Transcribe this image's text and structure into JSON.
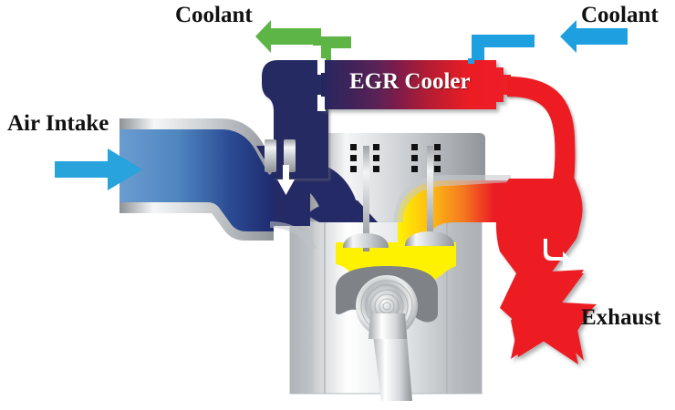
{
  "diagram": {
    "title": "EGR (Exhaust Gas Recirculation) System Schematic",
    "labels": {
      "coolant_out": "Coolant",
      "coolant_in": "Coolant",
      "air_intake": "Air Intake",
      "exhaust": "Exhaust",
      "egr_cooler": "EGR Cooler"
    },
    "colors": {
      "coolant_out_arrow": "#5cb544",
      "coolant_in_arrow": "#1e9fe0",
      "air_intake_arrow": "#29a3dc",
      "intake_duct_light": "#5b93c9",
      "intake_duct_dark": "#1f2a6e",
      "egr_pipe_navy": "#252a63",
      "egr_cooler_left": "#262a63",
      "egr_cooler_right": "#ec1c24",
      "exhaust_red": "#ec1c24",
      "exhaust_port_orange": "#f7941e",
      "combustion_yellow": "#fff200",
      "metal_light": "#ffffff",
      "metal_mid": "#c9ccce",
      "metal_dark": "#808488",
      "piston_gray": "#808488",
      "text_dark": "#111111",
      "text_light": "#ffffff",
      "background": "#ffffff"
    },
    "parts": [
      {
        "name": "air-intake-duct",
        "flow": "fresh air",
        "color": "#5b93c9"
      },
      {
        "name": "intake-manifold",
        "flow": "mixed charge",
        "color": "#1f2a6e"
      },
      {
        "name": "egr-valve-pipe",
        "flow": "cooled exhaust gas",
        "color": "#252a63"
      },
      {
        "name": "egr-cooler",
        "flow": "exhaust gas cooled by coolant",
        "color": "#ec1c24"
      },
      {
        "name": "coolant-inlet-pipe",
        "flow": "cool coolant in",
        "color": "#1e9fe0"
      },
      {
        "name": "coolant-outlet-pipe",
        "flow": "warm coolant out",
        "color": "#5cb544"
      },
      {
        "name": "exhaust-manifold",
        "flow": "hot exhaust gas",
        "color": "#ec1c24"
      },
      {
        "name": "exhaust-port",
        "flow": "combustion gas",
        "color": "#f7941e"
      },
      {
        "name": "combustion-chamber",
        "flow": "burning mixture",
        "color": "#fff200"
      },
      {
        "name": "cylinder-block",
        "color": "#c9ccce"
      },
      {
        "name": "piston",
        "color": "#808488"
      },
      {
        "name": "connecting-rod",
        "color": "#c9ccce"
      },
      {
        "name": "intake-valve",
        "color": "#c9ccce"
      },
      {
        "name": "exhaust-valve",
        "color": "#c9ccce"
      }
    ],
    "valve_guide_dot_columns": 4,
    "valve_guide_dots_per_column": 3,
    "flow_arrows": [
      {
        "name": "intake-down-arrow",
        "direction": "down",
        "color": "#ffffff"
      },
      {
        "name": "exhaust-curl-arrow",
        "direction": "curved-right",
        "color": "#ffffff"
      }
    ]
  }
}
